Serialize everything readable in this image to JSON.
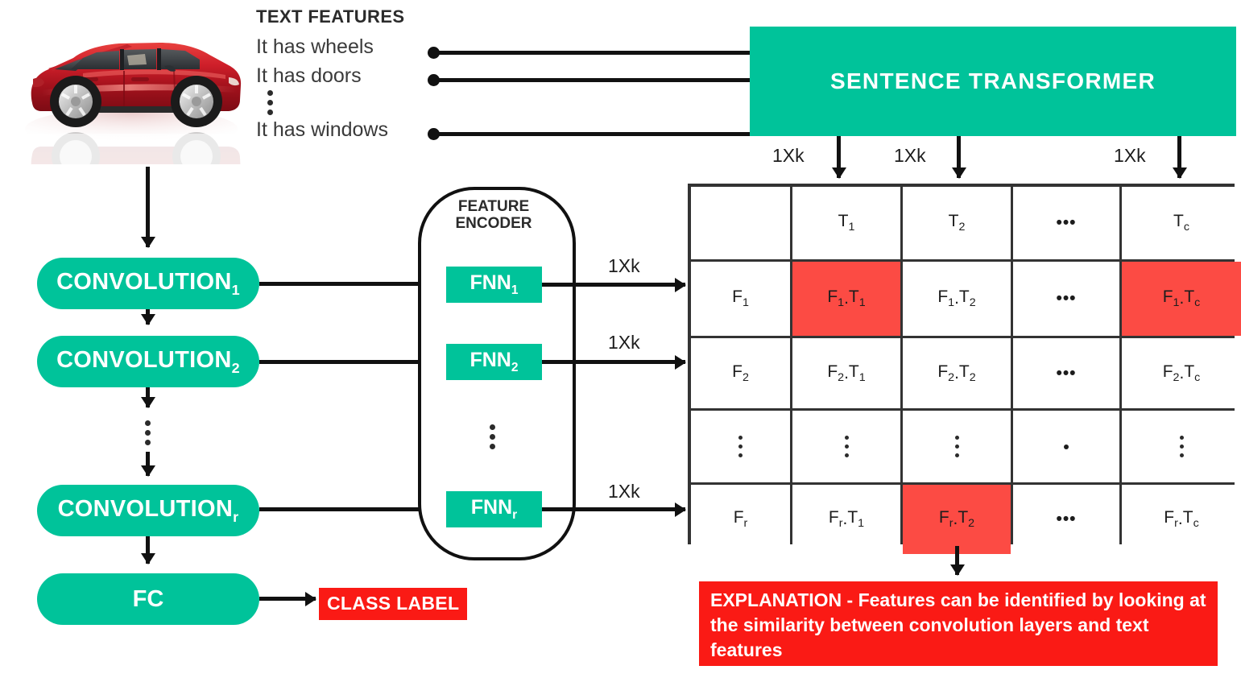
{
  "text_features": {
    "title": "TEXT FEATURES",
    "items": [
      "It has wheels",
      "It has doors",
      "It has windows"
    ],
    "ellipsis": "vertical-dots"
  },
  "sentence_transformer": {
    "label": "SENTENCE TRANSFORMER"
  },
  "dimension_labels": {
    "transformer_outputs": [
      "1Xk",
      "1Xk",
      "1Xk"
    ],
    "fnn_outputs": [
      "1Xk",
      "1Xk",
      "1Xk"
    ]
  },
  "backbone": {
    "conv_blocks": [
      {
        "name": "CONVOLUTION",
        "sub": "1"
      },
      {
        "name": "CONVOLUTION",
        "sub": "2"
      },
      {
        "name": "CONVOLUTION",
        "sub": "r"
      }
    ],
    "fc": {
      "label": "FC"
    },
    "class_label": "CLASS LABEL"
  },
  "feature_encoder": {
    "title_line1": "FEATURE",
    "title_line2": "ENCODER",
    "fnn_blocks": [
      {
        "name": "FNN",
        "sub": "1"
      },
      {
        "name": "FNN",
        "sub": "2"
      },
      {
        "name": "FNN",
        "sub": "r"
      }
    ]
  },
  "matrix": {
    "header": [
      {
        "text": "",
        "sub": ""
      },
      {
        "text": "T",
        "sub": "1"
      },
      {
        "text": "T",
        "sub": "2"
      },
      {
        "text": "...",
        "sub": ""
      },
      {
        "text": "T",
        "sub": "c"
      }
    ],
    "rows": [
      {
        "label": {
          "text": "F",
          "sub": "1"
        },
        "cells": [
          {
            "a": "F",
            "asub": "1",
            "b": "T",
            "bsub": "1",
            "highlight": true
          },
          {
            "a": "F",
            "asub": "1",
            "b": "T",
            "bsub": "2",
            "highlight": false
          },
          {
            "a": "...",
            "asub": "",
            "b": "",
            "bsub": "",
            "highlight": false
          },
          {
            "a": "F",
            "asub": "1",
            "b": "T",
            "bsub": "c",
            "highlight": true
          }
        ]
      },
      {
        "label": {
          "text": "F",
          "sub": "2"
        },
        "cells": [
          {
            "a": "F",
            "asub": "2",
            "b": "T",
            "bsub": "1",
            "highlight": false
          },
          {
            "a": "F",
            "asub": "2",
            "b": "T",
            "bsub": "2",
            "highlight": false
          },
          {
            "a": "...",
            "asub": "",
            "b": "",
            "bsub": "",
            "highlight": false
          },
          {
            "a": "F",
            "asub": "2",
            "b": "T",
            "bsub": "c",
            "highlight": false
          }
        ]
      },
      {
        "label": {
          "text": "vdots",
          "sub": ""
        },
        "cells": [
          {
            "a": "vdots",
            "asub": "",
            "b": "",
            "bsub": "",
            "highlight": false
          },
          {
            "a": "vdots",
            "asub": "",
            "b": "",
            "bsub": "",
            "highlight": false
          },
          {
            "a": "dot",
            "asub": "",
            "b": "",
            "bsub": "",
            "highlight": false
          },
          {
            "a": "vdots",
            "asub": "",
            "b": "",
            "bsub": "",
            "highlight": false
          }
        ]
      },
      {
        "label": {
          "text": "F",
          "sub": "r"
        },
        "cells": [
          {
            "a": "F",
            "asub": "r",
            "b": "T",
            "bsub": "1",
            "highlight": false
          },
          {
            "a": "F",
            "asub": "r",
            "b": "T",
            "bsub": "2",
            "highlight": true
          },
          {
            "a": "...",
            "asub": "",
            "b": "",
            "bsub": "",
            "highlight": false
          },
          {
            "a": "F",
            "asub": "r",
            "b": "T",
            "bsub": "c",
            "highlight": false
          }
        ]
      }
    ]
  },
  "explanation": {
    "text": "EXPLANATION - Features can be identified by looking at the similarity between convolution layers and text features"
  },
  "colors": {
    "teal": "#00C39A",
    "highlight_red": "#FC4B44",
    "alert_red": "#FA1A15",
    "line": "#111111",
    "matrix_border": "#333333"
  }
}
